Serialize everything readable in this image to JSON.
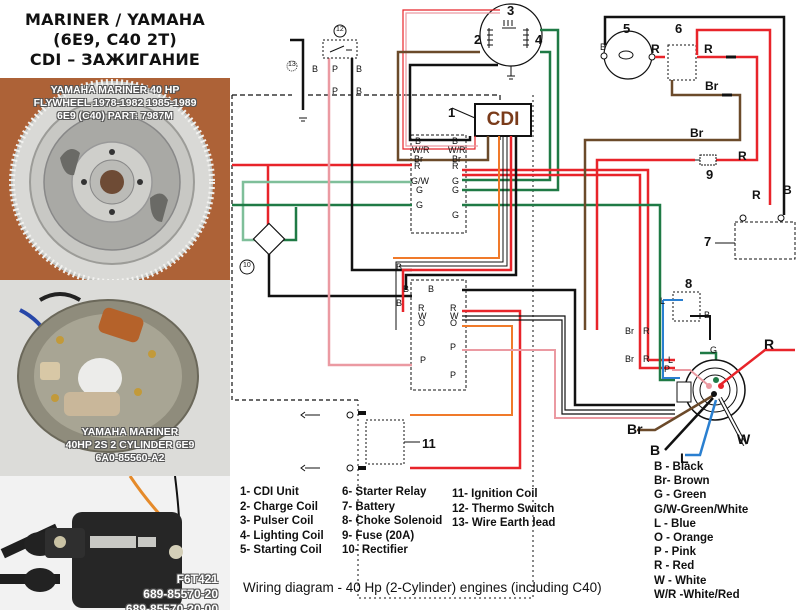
{
  "title": {
    "lines": [
      "MARINER / YAMAHA",
      "(6E9, C40 2T)",
      "CDI – ЗАЖИГАНИЕ"
    ]
  },
  "photos": [
    {
      "name": "flywheel",
      "caption": [
        "YAMAHA MARINER 40 HP",
        "FLYWHEEL 1978-1982 1985-1989",
        "6E9 (C40) PART: 7987M"
      ]
    },
    {
      "name": "stator",
      "caption": [
        "YAMAHA MARINER",
        "40HP 2S 2 CYLINDER 6E9",
        "6A0-85560-A2"
      ]
    },
    {
      "name": "ignition-coil",
      "caption": [
        "F6T421",
        "689-85570-20",
        "689-85570-20-00"
      ],
      "coil_marking": "F6T421"
    }
  ],
  "diagram": {
    "cdi_label": "CDI",
    "component_numbers": [
      "1",
      "2",
      "3",
      "4",
      "5",
      "6",
      "7",
      "8",
      "9",
      "10",
      "11",
      "12",
      "13"
    ],
    "wire_labels": {
      "R": "R",
      "B": "B",
      "Br": "Br",
      "G": "G",
      "L": "L",
      "W": "W",
      "P": "P",
      "GW": "G/W",
      "WR": "W/R",
      "O": "O"
    }
  },
  "legend_parts": [
    [
      "1- CDI Unit",
      "2- Charge Coil",
      "3- Pulser Coil",
      "4- Lighting Coil",
      "5- Starting Coil"
    ],
    [
      "6- Starter Relay",
      "7- Battery",
      "8- Choke Solenoid",
      "9- Fuse (20A)",
      "10- Rectifier"
    ],
    [
      "11- Ignition Coil",
      "12- Thermo Switch",
      "13- Wire Earth lead"
    ]
  ],
  "legend_colors": [
    "B  - Black",
    "Br- Brown",
    "G - Green",
    "G/W-Green/White",
    "L - Blue",
    "O - Orange",
    "P - Pink",
    "R - Red",
    "W - White",
    "W/R -White/Red"
  ],
  "caption": "Wiring diagram - 40 Hp (2-Cylinder) engines (including C40)",
  "colors": {
    "red": "#e8242a",
    "black": "#111111",
    "brown": "#6b4a2a",
    "green": "#1f7a45",
    "light_green": "#7fbf9a",
    "blue": "#2a7fd0",
    "pink": "#eb9aa2",
    "orange": "#f07a2a",
    "cdi_text": "#7a3b1a"
  }
}
